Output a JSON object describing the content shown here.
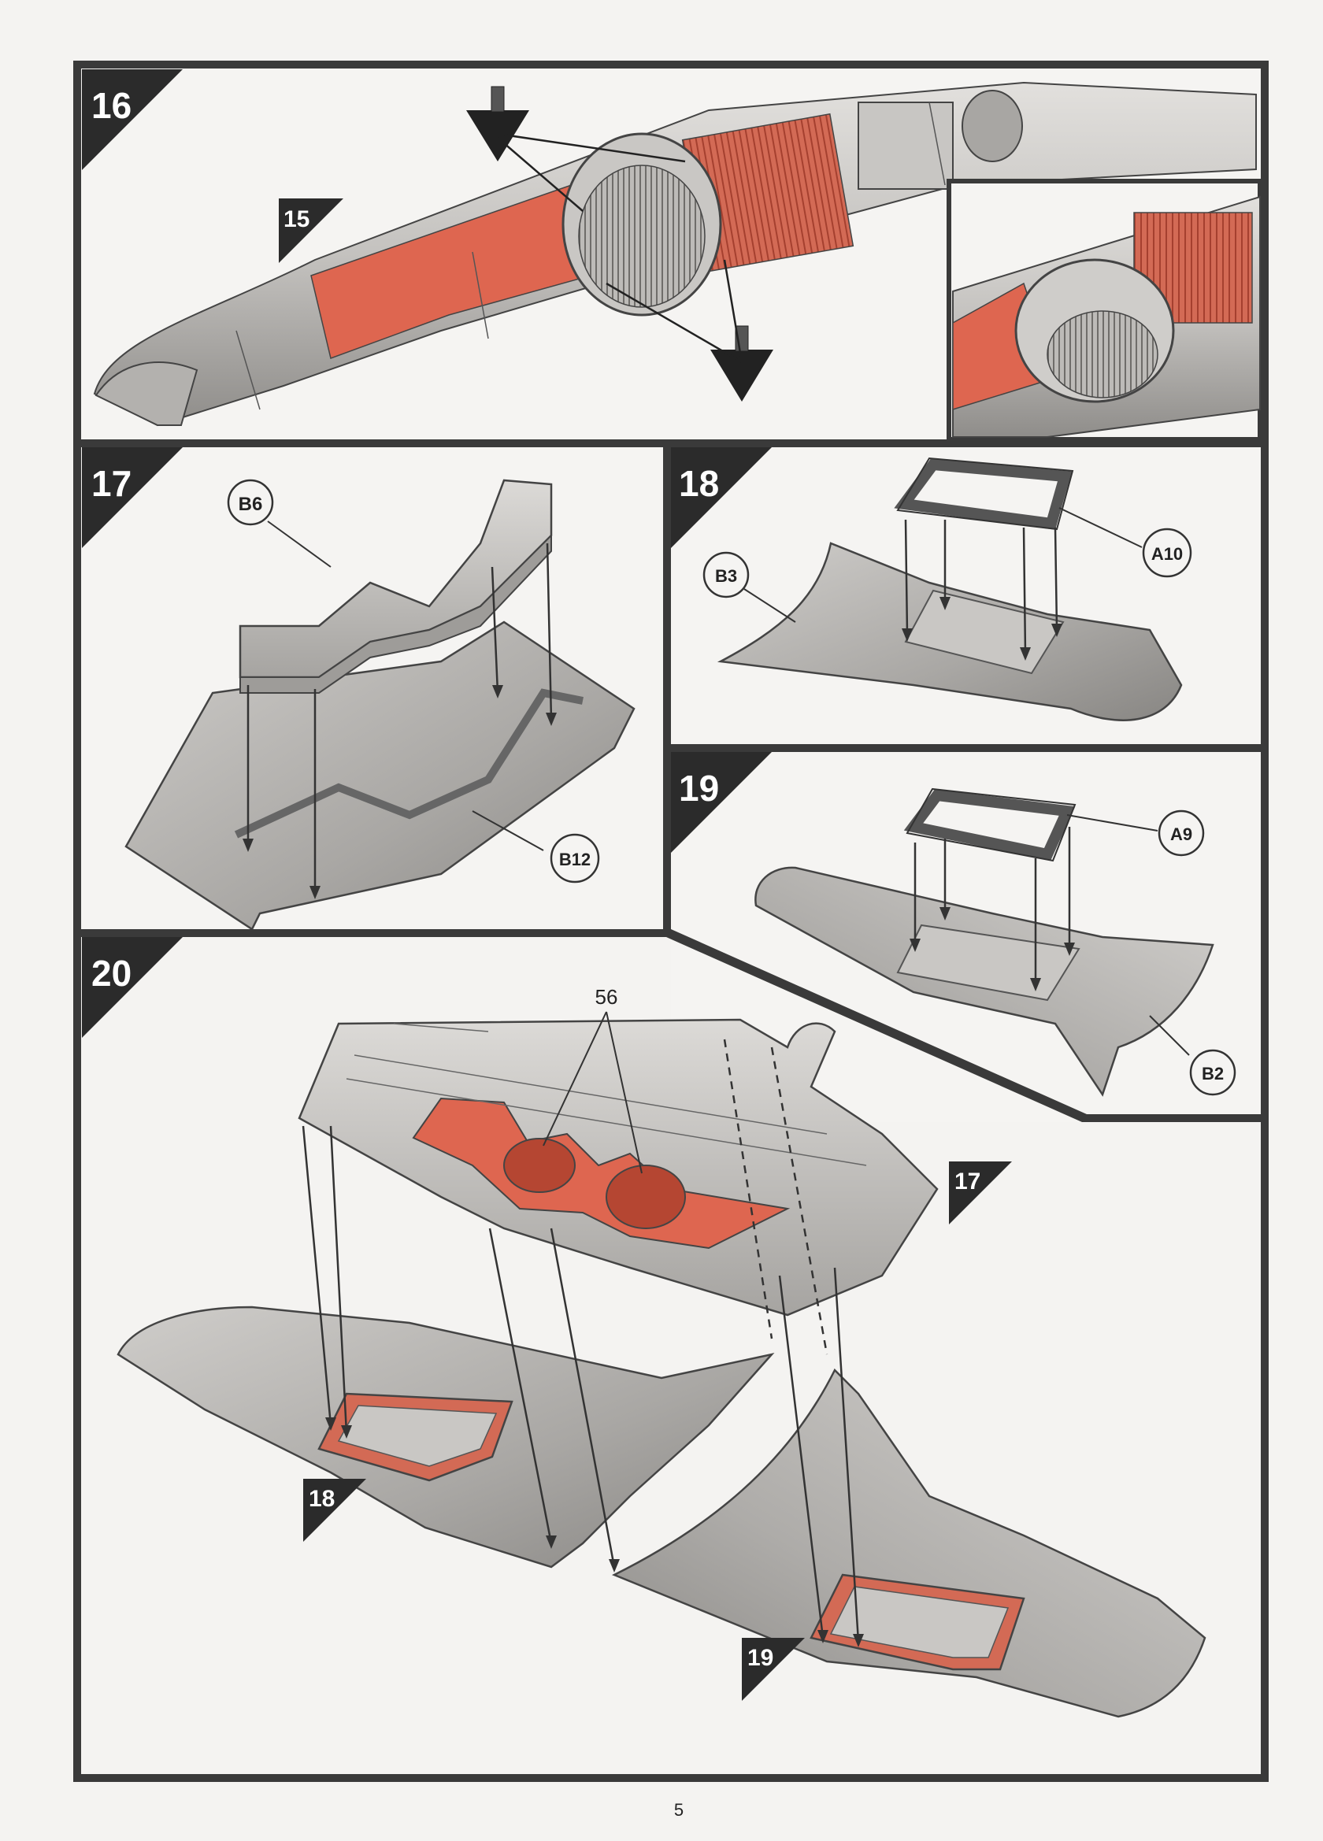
{
  "colors": {
    "frame": "#3a3a3a",
    "panel_bg": "#f5f4f2",
    "part_grey": "#b9b7b4",
    "part_light": "#d8d6d3",
    "part_dark": "#8c8a87",
    "interior_red": "#de6650",
    "interior_dark_red": "#b54632",
    "step_badge": "#2b2b2b"
  },
  "icons": {
    "ref_marker": "black-triangle-flag-icon",
    "glue": "glue-tube-icon",
    "callout": "circle-callout-icon"
  },
  "steps": [
    {
      "number": "16",
      "ref_steps": [
        "15"
      ],
      "callouts": []
    },
    {
      "number": "17",
      "ref_steps": [],
      "callouts": [
        "B6",
        "B12"
      ]
    },
    {
      "number": "18",
      "ref_steps": [],
      "callouts": [
        "A10",
        "B3"
      ]
    },
    {
      "number": "19",
      "ref_steps": [],
      "callouts": [
        "A9",
        "B2"
      ]
    },
    {
      "number": "20",
      "ref_steps": [
        "17",
        "18",
        "19"
      ],
      "callouts": [
        "56"
      ]
    }
  ],
  "page_number": "5"
}
